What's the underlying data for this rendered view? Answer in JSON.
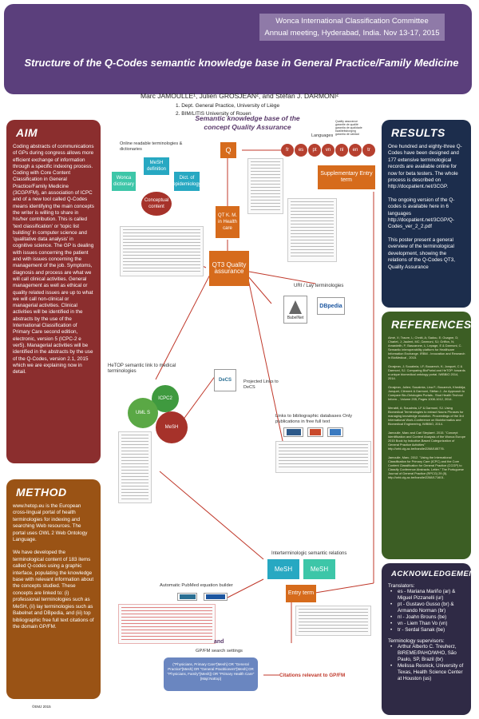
{
  "header": {
    "conference_line1": "Wonca International Classification Committee",
    "conference_line2": "Annual meeting, Hyderabad, India. Nov 13-17, 2015",
    "title": "Structure of the Q-Codes semantic knowledge base in General Practice/Family Medicine",
    "authors": "Marc JAMOULLE¹, Julien GROSJEAN², and Stéfan J. DARMONI²",
    "affil1": "1.    Dept. General Practice, University of Liège",
    "affil2": "2.    BIM/LITIS University  of  Rouen"
  },
  "aim": {
    "title": "AIM",
    "text": "Coding abstracts of communications of GPs during congress allows more efficient exchange of information through a specific indexing process. Coding with Core Content Classification in General Practice/Family Medicine (3CGP/FM), an association of ICPC and of a new tool called  Q-Codes means identifying the main concepts the writer is willing to share in his/her contribution. This is called 'text classification' or 'topic list building' in computer science and 'qualitative data analysis' in cognitive science.  The GP is dealing with issues concerning the patient and with issues concerning the management of the job.  Symptoms, diagnosis and process are what we will call clinical activities. General management as well as ethical or quality related issues are up to what we will call non-clinical or managerial activities.  Clinical activities will be identified in the abstracts by the use of the International Classification of Primary Care second edition, electronic, version 5 (ICPC-2 e ver5). Managerial activities will be identified in the abstracts by the use of the Q-Codes, version 2.1, 2015 which we are explaining now in detail."
  },
  "method": {
    "title": "METHOD",
    "text1": " www.hetop.eu is the European cross-lingual portal of health terminologies for indexing and searching Web resources. The portal uses OWL 2 Web Ontology Language.",
    "text2": "We have developed the terminological content of 183 items called Q-codes using a graphic interface, populating the knowledge base with relevant information about the concepts studied. These concepts are linked to: (i) professional terminologies such as MeSH, (ii) lay terminologies such as Babelnet and DBpedia, and (iii) top bibliographic free full text citations of the domain GP/FM."
  },
  "results": {
    "title": "RESULTS",
    "text1": "One hundred and eighty-three Q-Codes have been designed and 177 extensive terminological records are available online for now for beta testers. The whole process is described on http://docpatient.net/3CGP.",
    "text2": "The ongoing version of the Q-codes is available here in 6 languages http://docpatient.net/3CGP/Q-Codes_ver_2_2.pdf",
    "text3": "This poster present a general overview of the terminological development, showing the relations of the Q-Codes QT3, Quality Assurance"
  },
  "references": {
    "title": "REFERENCES",
    "items": [
      "Aimé, X; Traore, L; Chniti, A; Sadou, E; Ouagne, D; Charlet, J; Jaulent, MC; Darmoni, SJ; Griffon, N; Amardeilh, F; Bascarone, L; Lepage, E & Darmoni, C. Semantic interoperability platform for Healthcare Information Exchange. IRBM - Innovation and Research in BioMedical , 2015.",
      "Grosjean, J; Soualmia, LF; Bouarech, K; Jonquet, C & Darmoni, SJ. Comparing BioPortal and HeTOP: towards a unique biomedical ontology portal.  IWBBIO 2014, 2014.",
      "Grosjean, Julien; Soualmia, Lina F.; Bouarech, Khedidja; Jonquet, Clément & Darmoni, Stéfan J.. An Approach to Compare Bio-Ontologies Portals.. Stud Health Technol Inform. , Volume 205, Pages 1008-1012, 2014.",
      "Merabti, A; Soualmia, LF & Darmoni, SJ. Using Biomedical Terminologies to extract Nouns Phrases for managing knowledge evolution. Proceedings of the 3rd International Work-Conference on Bioinformatics and Biomedical Engineering, IWBBIO,  2014.",
      "Jamoulle, Marc and Carl Steylaert. 2015. \"Concept Identification and Content Analysis of the  Wonca Europe 2015 Book by Inductive-Based Categorization of General Practice Activities\" http://orbi.ulg.ac.be/handle/2268/185776.",
      "Jamoulle, Marc. 2012. \"Using the International Classification for Primary Care (ICPC) and the Core Content Classification for General Practice (CCGP) to Classify Conference Abstracts. Letter.\" The Portuguese Journal of General Practice (RPCG) 29 (5). http://orbi.ulg.ac.be/handle/2268/171601."
    ]
  },
  "ack": {
    "title": "ACKNOWLEDGEMENTS",
    "translators_label": "Translators:",
    "translators": [
      "es - Mariana Mariño (ar) & Miguel Pizzanelli (ur)",
      "pt - Gustavo Gusso (br) & Armando Norman (br)",
      "nl - Joahn Brouns (be)",
      "vn - Liem Than Vo (vn)",
      "tr - Serdal Sanak (be)"
    ],
    "supervisors_label": "Terminology supervisors:",
    "supervisors": [
      "Arthur Alberto C. Treuherz, BIREME/PAHO/WHO, São Paulo, SP, Brazil (br)",
      "Melissa Resnick, University of Texas, Health Science Center at Houston (us)"
    ]
  },
  "diagram": {
    "title": "Semantic knowledge base of the concept Quality Assurance",
    "online_resources": "Online readable terminologies  &  dictionaries",
    "mesh_definition": "MeSH definition",
    "wonca_dict": "Wonca dictionary",
    "dict_epi": "Dict. of epidemiology",
    "conceptual_content": "Conceptual content",
    "q_box": "Q",
    "qt_box": "QT K. M. in Health care",
    "qt3_box": "QT3 Quality assurance",
    "languages_label": "Languages",
    "languages": [
      "fr",
      "es",
      "pt",
      "vn",
      "nl",
      "en",
      "tr"
    ],
    "supp_entry": "Supplementary Entry term",
    "uri_label": "URI / Lay terminologies",
    "babelnet": "BabelNet",
    "dbpedia": "DBpedia",
    "hetop_label": "HeTOP semantic link to medical terminologies",
    "icpc": "ICPC2",
    "uml": "UML S",
    "mesh_ball": "MeSH",
    "projected_links": "Projected Links to DeCS",
    "decs": "DeCS",
    "biblio_label": "Links to bibliographic databases Only publications in free full text",
    "inter_label": "Interterminologic semantic relations",
    "mesh1": "MeSH",
    "mesh2": "MeSH",
    "entry_term": "Entry term",
    "pubmed_label": "Automatic PubMed equation builder",
    "and_label": "and",
    "gp_search": "GP/FM search settings",
    "search_query": "(\"Physicians, Primary Care\"[Mesh] OR \"General Practice\"[Mesh] OR \"General Practitioners\"[Mesh] OR \"Physicians, Family\"[Mesh]) OR \"Primary Health Care\"[Majr:NoExp]",
    "citations": "Citations relevant to GP/FM",
    "legend": [
      "Quality assurance",
      "garantie de qualité",
      "garantia de qualidade",
      "kwaliteitsborging",
      "garantía de calidad"
    ]
  },
  "footer": {
    "copyright": "©EMJ  2015"
  },
  "colors": {
    "header": "#5b3f7c",
    "aim": "#8b2e2e",
    "method": "#9a5315",
    "results": "#1c2d4c",
    "references": "#3c5e24",
    "ack": "#2f2a45"
  }
}
